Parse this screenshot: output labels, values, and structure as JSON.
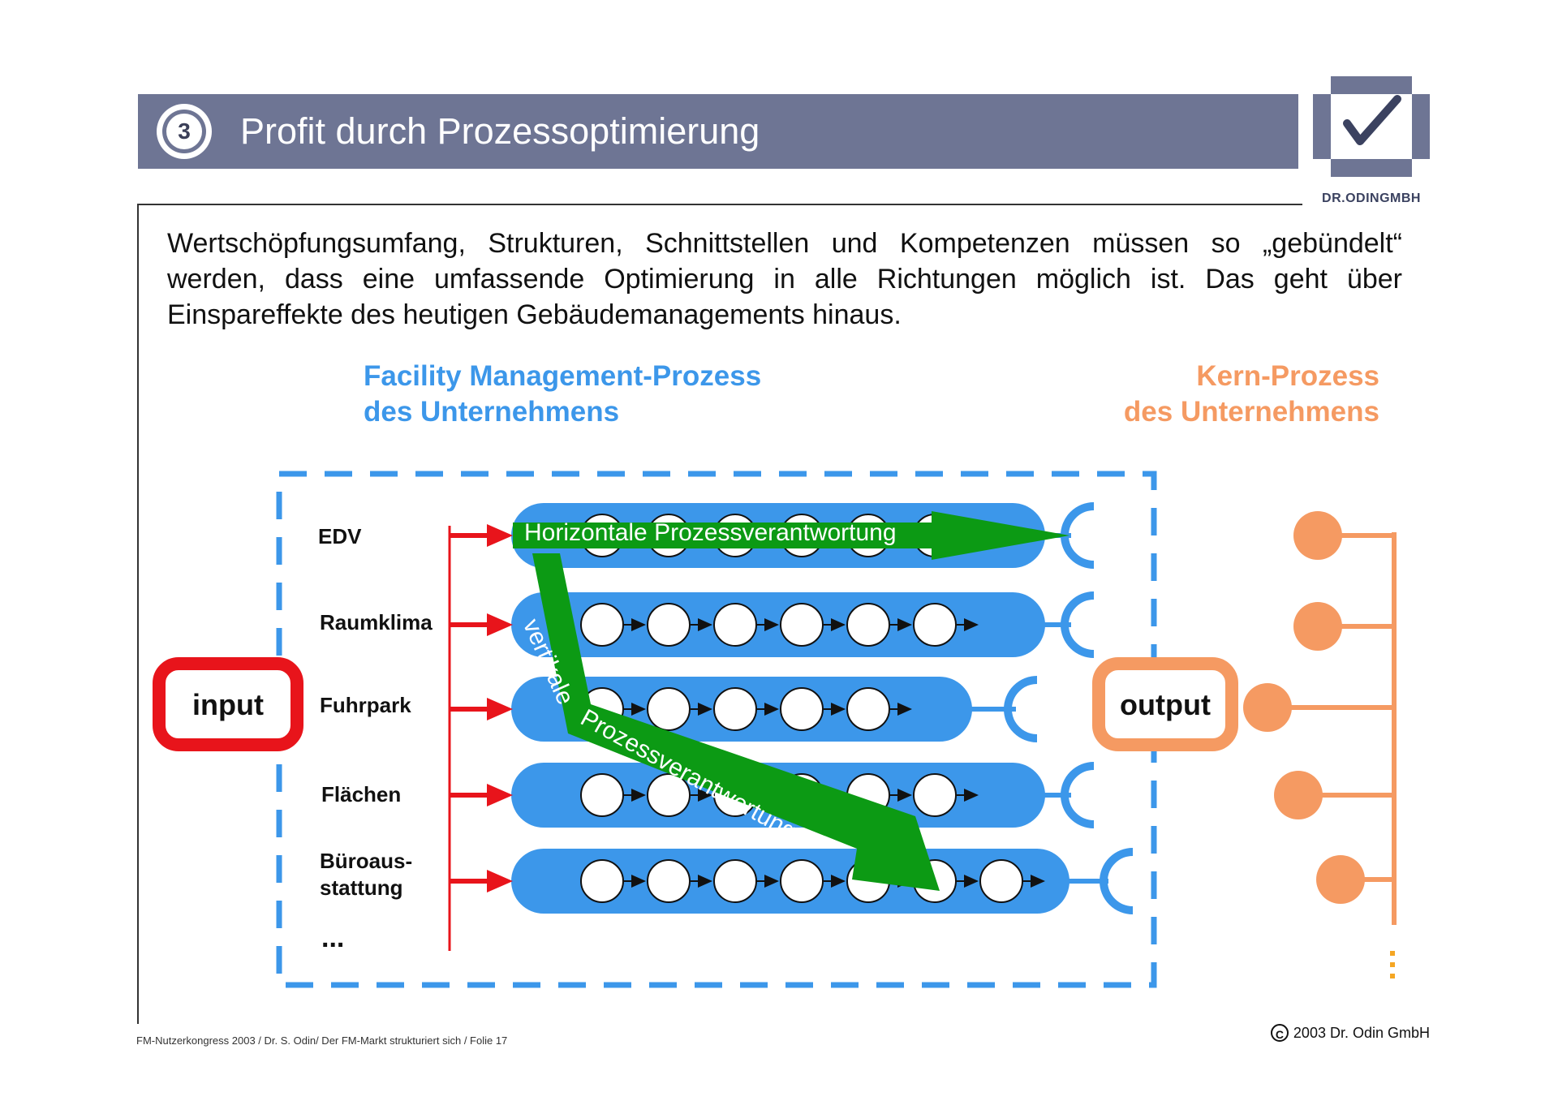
{
  "header": {
    "number": "3",
    "title": "Profit durch Prozessoptimierung"
  },
  "logo": {
    "text": "DR.ODINGMBH",
    "icon": "checkmark-icon"
  },
  "intro": "Wertschöpfungsumfang, Strukturen, Schnittstellen und Kompetenzen müssen so „gebündelt“ werden, dass eine umfassende Optimierung in alle Richtungen möglich ist. Das geht über Einspareffekte des heutigen Gebäudemanagements hinaus.",
  "fm_process": {
    "line1": "Facility Management-Prozess",
    "line2": "des Unternehmens"
  },
  "core_process": {
    "line1": "Kern-Prozess",
    "line2": "des Unternehmens"
  },
  "input_label": "input",
  "output_label": "output",
  "rows": [
    {
      "label": "EDV",
      "nodes": 6
    },
    {
      "label": "Raumklima",
      "nodes": 6
    },
    {
      "label": "Fuhrpark",
      "nodes": 5
    },
    {
      "label": "Flächen",
      "nodes": 6
    },
    {
      "label": "Büroaus-",
      "label2": "stattung",
      "nodes": 7
    }
  ],
  "more_rows": "...",
  "horizontal_label": "Horizontale Prozessverantwortung",
  "vertical_label": "vertikale",
  "diagonal_label": "Prozessverantwortung",
  "footer": "FM-Nutzerkongress 2003 / Dr. S. Odin/ Der FM-Markt strukturiert sich / Folie 17",
  "copyright": {
    "symbol": "C",
    "text": "2003 Dr. Odin GmbH"
  },
  "colors": {
    "header_bar": "#6e7594",
    "fm_blue": "#3c97ea",
    "core_orange": "#f59a62",
    "input_red": "#e8141b",
    "arrow_green": "#0c9a14"
  }
}
